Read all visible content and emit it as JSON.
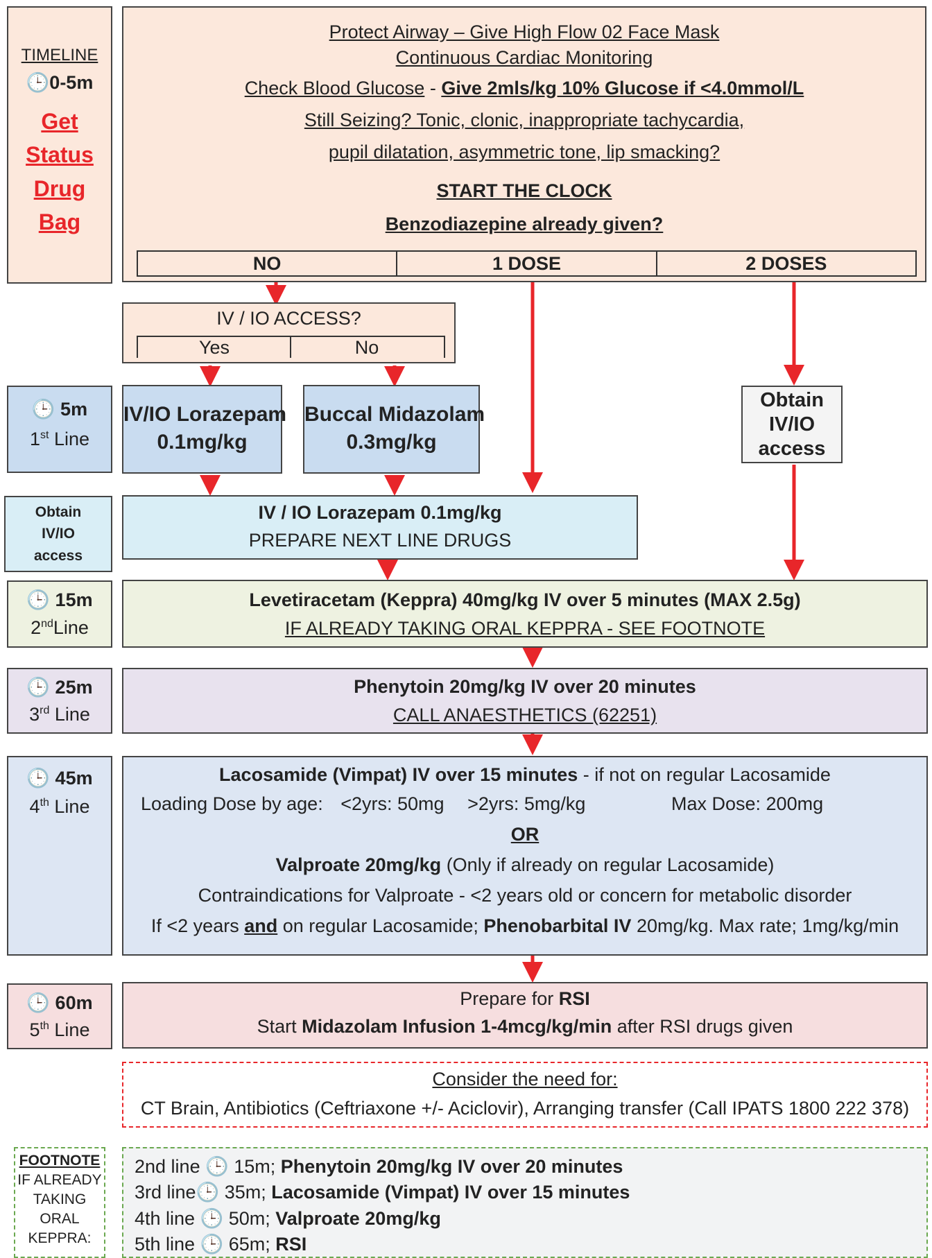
{
  "timeline": {
    "label": "TIMELINE",
    "time": "0-5m",
    "get": "Get",
    "status": "Status",
    "drug": "Drug",
    "bag": "Bag"
  },
  "top": {
    "l1": "Protect Airway – Give High Flow 02 Face Mask",
    "l2": "Continuous Cardiac Monitoring",
    "l3a": "Check Blood Glucose",
    "l3sep": " - ",
    "l3b": "Give 2mls/kg 10% Glucose if <4.0mmol/L",
    "l4": "Still Seizing? Tonic, clonic, inappropriate tachycardia,",
    "l5": "pupil dilatation, asymmetric tone, lip smacking?",
    "l6": "START THE CLOCK",
    "l7": "Benzodiazepine already given?",
    "doses": [
      "NO",
      "1 DOSE",
      "2 DOSES"
    ]
  },
  "access": {
    "title": "IV / IO ACCESS?",
    "yes": "Yes",
    "no": "No"
  },
  "line1": {
    "time": "5m",
    "num": "1",
    "sup": "st",
    "label": " Line",
    "lorazepam1": "IV/IO Lorazepam",
    "lorazepam2": "0.1mg/kg",
    "midazolam1": "Buccal Midazolam",
    "midazolam2": "0.3mg/kg",
    "obtain1": "Obtain",
    "obtain2": "IV/IO",
    "obtain3": "access"
  },
  "obtainLeft": {
    "l1": "Obtain",
    "l2": "IV/IO",
    "l3": "access"
  },
  "lorazepamBox": {
    "l1": "IV / IO Lorazepam 0.1mg/kg",
    "l2": "PREPARE NEXT LINE DRUGS"
  },
  "line2": {
    "time": "15m",
    "num": "2",
    "sup": "nd",
    "label": "Line",
    "l1": "Levetiracetam (Keppra) 40mg/kg IV over 5 minutes (MAX 2.5g)",
    "l2": "IF ALREADY TAKING ORAL KEPPRA - SEE FOOTNOTE"
  },
  "line3": {
    "time": "25m",
    "num": "3",
    "sup": "rd",
    "label": " Line",
    "l1": "Phenytoin 20mg/kg IV over 20 minutes",
    "l2": "CALL ANAESTHETICS (62251)"
  },
  "line4": {
    "time": "45m",
    "num": "4",
    "sup": "th",
    "label": " Line",
    "l1b": "Lacosamide (Vimpat) IV over 15 minutes",
    "l1n": " - if not on regular Lacosamide",
    "l2a": "Loading Dose by age:",
    "l2b": "<2yrs: 50mg",
    "l2c": ">2yrs: 5mg/kg",
    "l2d": "Max Dose: 200mg",
    "or": "OR",
    "l4b": "Valproate 20mg/kg",
    "l4n": " (Only if already on regular Lacosamide)",
    "l5": "Contraindications for Valproate - <2 years old or concern for metabolic disorder",
    "l6a": "If <2 years ",
    "l6b": "and",
    "l6c": " on regular Lacosamide; ",
    "l6d": "Phenobarbital IV",
    "l6e": " 20mg/kg. Max rate; 1mg/kg/min"
  },
  "line5": {
    "time": "60m",
    "num": "5",
    "sup": "th",
    "label": " Line",
    "l1a": "Prepare for ",
    "l1b": "RSI",
    "l2a": "Start ",
    "l2b": "Midazolam Infusion 1-4mcg/kg/min",
    "l2c": " after RSI drugs given"
  },
  "consider": {
    "l1": "Consider the need for:",
    "l2": "CT Brain, Antibiotics (Ceftriaxone +/- Aciclovir), Arranging transfer (Call IPATS 1800 222 378)"
  },
  "footnote": {
    "title": "FOOTNOTE",
    "s1": "IF ALREADY",
    "s2": "TAKING",
    "s3": "ORAL",
    "s4": "KEPPRA:",
    "f1a": "2nd line ",
    "f1t": " 15m; ",
    "f1b": "Phenytoin 20mg/kg IV over 20 minutes",
    "f2a": "3rd line",
    "f2t": " 35m; ",
    "f2b": "Lacosamide (Vimpat) IV over 15 minutes",
    "f3a": "4th line ",
    "f3t": " 50m; ",
    "f3b": "Valproate 20mg/kg",
    "f4a": "5th line ",
    "f4t": " 65m; ",
    "f4b": "RSI"
  },
  "icons": {
    "clock": "clock-icon"
  },
  "colors": {
    "arrow": "#e8262a",
    "peach": "#fce8dc",
    "blue": "#c9dcf0",
    "lightblue": "#d9eef6",
    "green": "#eef2e1",
    "purple": "#e8e2ee",
    "paleblue": "#dde6f3",
    "pink": "#f6dedf"
  }
}
